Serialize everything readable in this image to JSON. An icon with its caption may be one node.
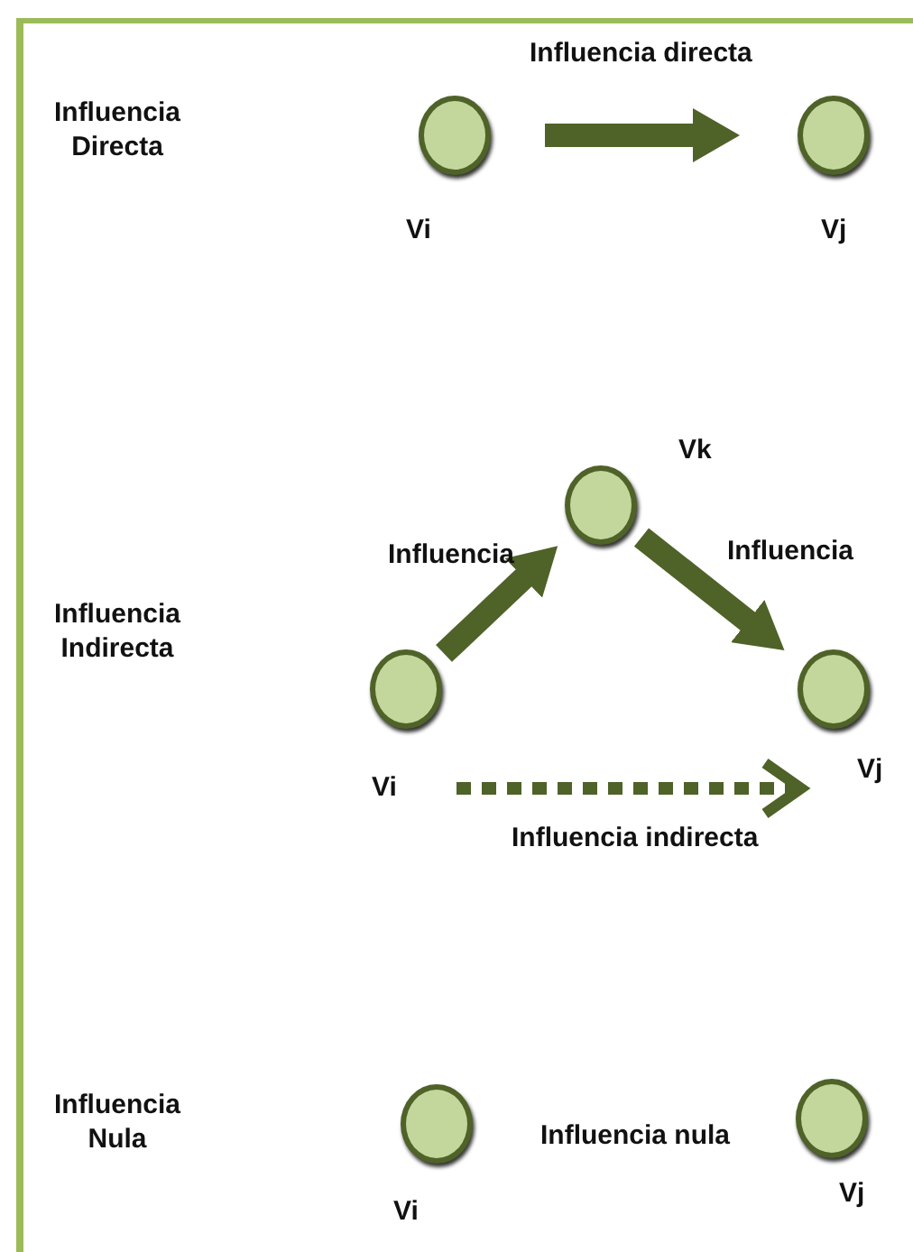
{
  "diagram": {
    "nodes": [
      {
        "text": [],
        "shape": "circle",
        "beside": [
          "Vi"
        ]
      },
      {
        "text": [],
        "shape": "circle",
        "beside": [
          "Vj"
        ]
      },
      {
        "text": [],
        "shape": "circle",
        "beside": [
          "Vk"
        ]
      },
      {
        "text": [],
        "shape": "circle",
        "beside": [
          "Vi"
        ]
      },
      {
        "text": [],
        "shape": "circle",
        "beside": [
          "Vj"
        ]
      },
      {
        "text": [],
        "shape": "circle",
        "beside": [
          "Vi"
        ]
      },
      {
        "text": [],
        "shape": "circle",
        "beside": [
          "Vj"
        ]
      }
    ],
    "edges": [
      {
        "from": 0,
        "to": 1,
        "arrow": "to",
        "label": "Influencia directa"
      },
      {
        "from": 3,
        "to": 2,
        "arrow": "to",
        "label": "Influencia"
      },
      {
        "from": 2,
        "to": 4,
        "arrow": "to",
        "label": "Influencia"
      },
      {
        "from": 3,
        "to": 4,
        "arrow": "to",
        "label": "Influencia indirecta",
        "style": "dashed"
      }
    ],
    "labels": [
      "Influencia Directa",
      "Influencia Indirecta",
      "Influencia Nula",
      "Influencia nula"
    ]
  }
}
